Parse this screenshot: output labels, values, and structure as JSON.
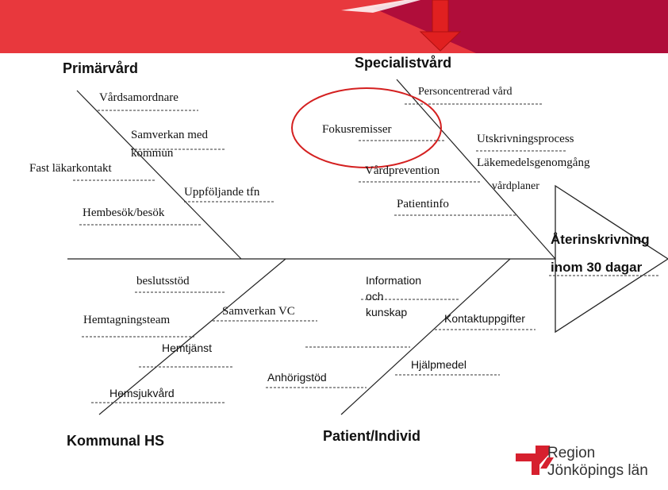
{
  "colors": {
    "banner_red": "#e8383d",
    "banner_dark": "#b00d3a",
    "arrow_red": "#e02020",
    "circle_red": "#d42020",
    "line": "#222222",
    "logo_red": "#d6202e"
  },
  "categories": {
    "primarvard": "Primärvård",
    "specialistvard": "Specialistvård",
    "kommunal": "Kommunal HS",
    "patient": "Patient/Individ"
  },
  "head": {
    "line1": "Återinskrivning",
    "line2": "inom 30 dagar"
  },
  "primarvard_causes": {
    "vardsamordnare": "Vårdsamordnare",
    "samverkan_line1": "Samverkan  med",
    "samverkan_line2": "kommun",
    "fast_lakarkontakt": "Fast läkarkontakt",
    "uppfoljande": "Uppföljande  tfn",
    "hembesok": "Hembesök/besök"
  },
  "specialistvard_causes": {
    "personcentrerad": "Personcentrerad vård",
    "fokusremisser": "Fokusremisser",
    "utskrivningsprocess": "Utskrivningsprocess",
    "lakemedelsgenomgang": "Läkemedelsgenomgång",
    "vardplaner": "vårdplaner",
    "vardprevention": "Vårdprevention",
    "patientinfo": "Patientinfo"
  },
  "kommunal_causes": {
    "beslutsstod": "beslutsstöd",
    "samverkan_vc": "Samverkan  VC",
    "hemtagningsteam": "Hemtagningsteam",
    "hemtjanst": "Hemtjänst",
    "hemsjukvard": "Hemsjukvård"
  },
  "patient_causes": {
    "information_line1": "Information",
    "information_line2": "och",
    "information_line3": "kunskap",
    "kontaktuppgifter": "Kontaktuppgifter",
    "hjalpmedel": "Hjälpmedel",
    "anhorigstod": "Anhörigstöd"
  },
  "logo": {
    "line1": "Region",
    "line2": "Jönköpings län"
  }
}
